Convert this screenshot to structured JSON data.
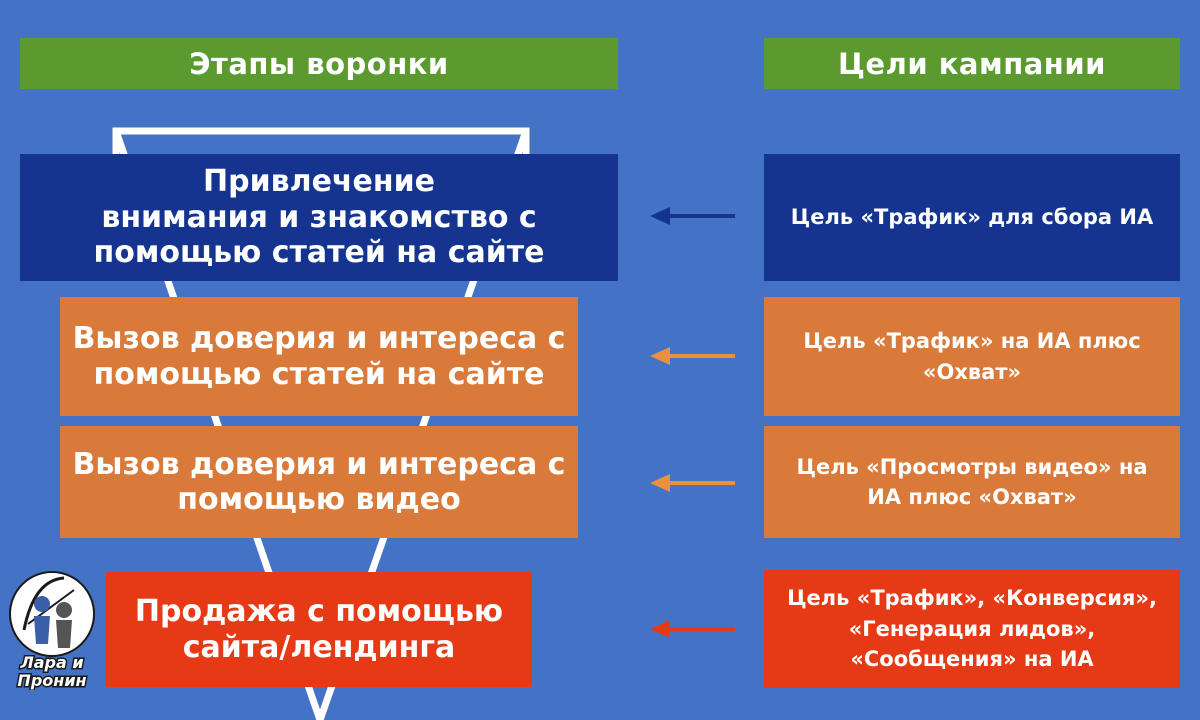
{
  "headers": {
    "left": "Этапы воронки",
    "right": "Цели кампании"
  },
  "stages": [
    {
      "lines": [
        "Привлечение",
        "внимания и знакомство с",
        "помощью статей на сайте"
      ],
      "color": "#14348f"
    },
    {
      "lines": [
        "Вызов доверия и интереса с",
        "помощью статей на сайте"
      ],
      "color": "#d97a3a"
    },
    {
      "lines": [
        "Вызов доверия и интереса с",
        "помощью видео"
      ],
      "color": "#d97a3a"
    },
    {
      "lines": [
        "Продажа с помощью",
        "сайта/лендинга"
      ],
      "color": "#e63a16"
    }
  ],
  "goals": [
    {
      "lines": [
        "Цель «Трафик» для сбора ИА"
      ],
      "arrow_color": "#14348f"
    },
    {
      "lines": [
        "Цель «Трафик» на ИА плюс",
        "«Охват»"
      ],
      "arrow_color": "#e8923e"
    },
    {
      "lines": [
        "Цель «Просмотры видео» на",
        "ИА плюс «Охват»"
      ],
      "arrow_color": "#e8923e"
    },
    {
      "lines": [
        "Цель «Трафик», «Конверсия»,",
        "«Генерация лидов»,",
        "«Сообщения» на ИА"
      ],
      "arrow_color": "#e63a16"
    }
  ],
  "logo": {
    "line1": "Лара и",
    "line2": "Пронин"
  },
  "colors": {
    "background": "#4472c4",
    "header": "#5b9a2f",
    "funnel_outline": "#ffffff"
  }
}
